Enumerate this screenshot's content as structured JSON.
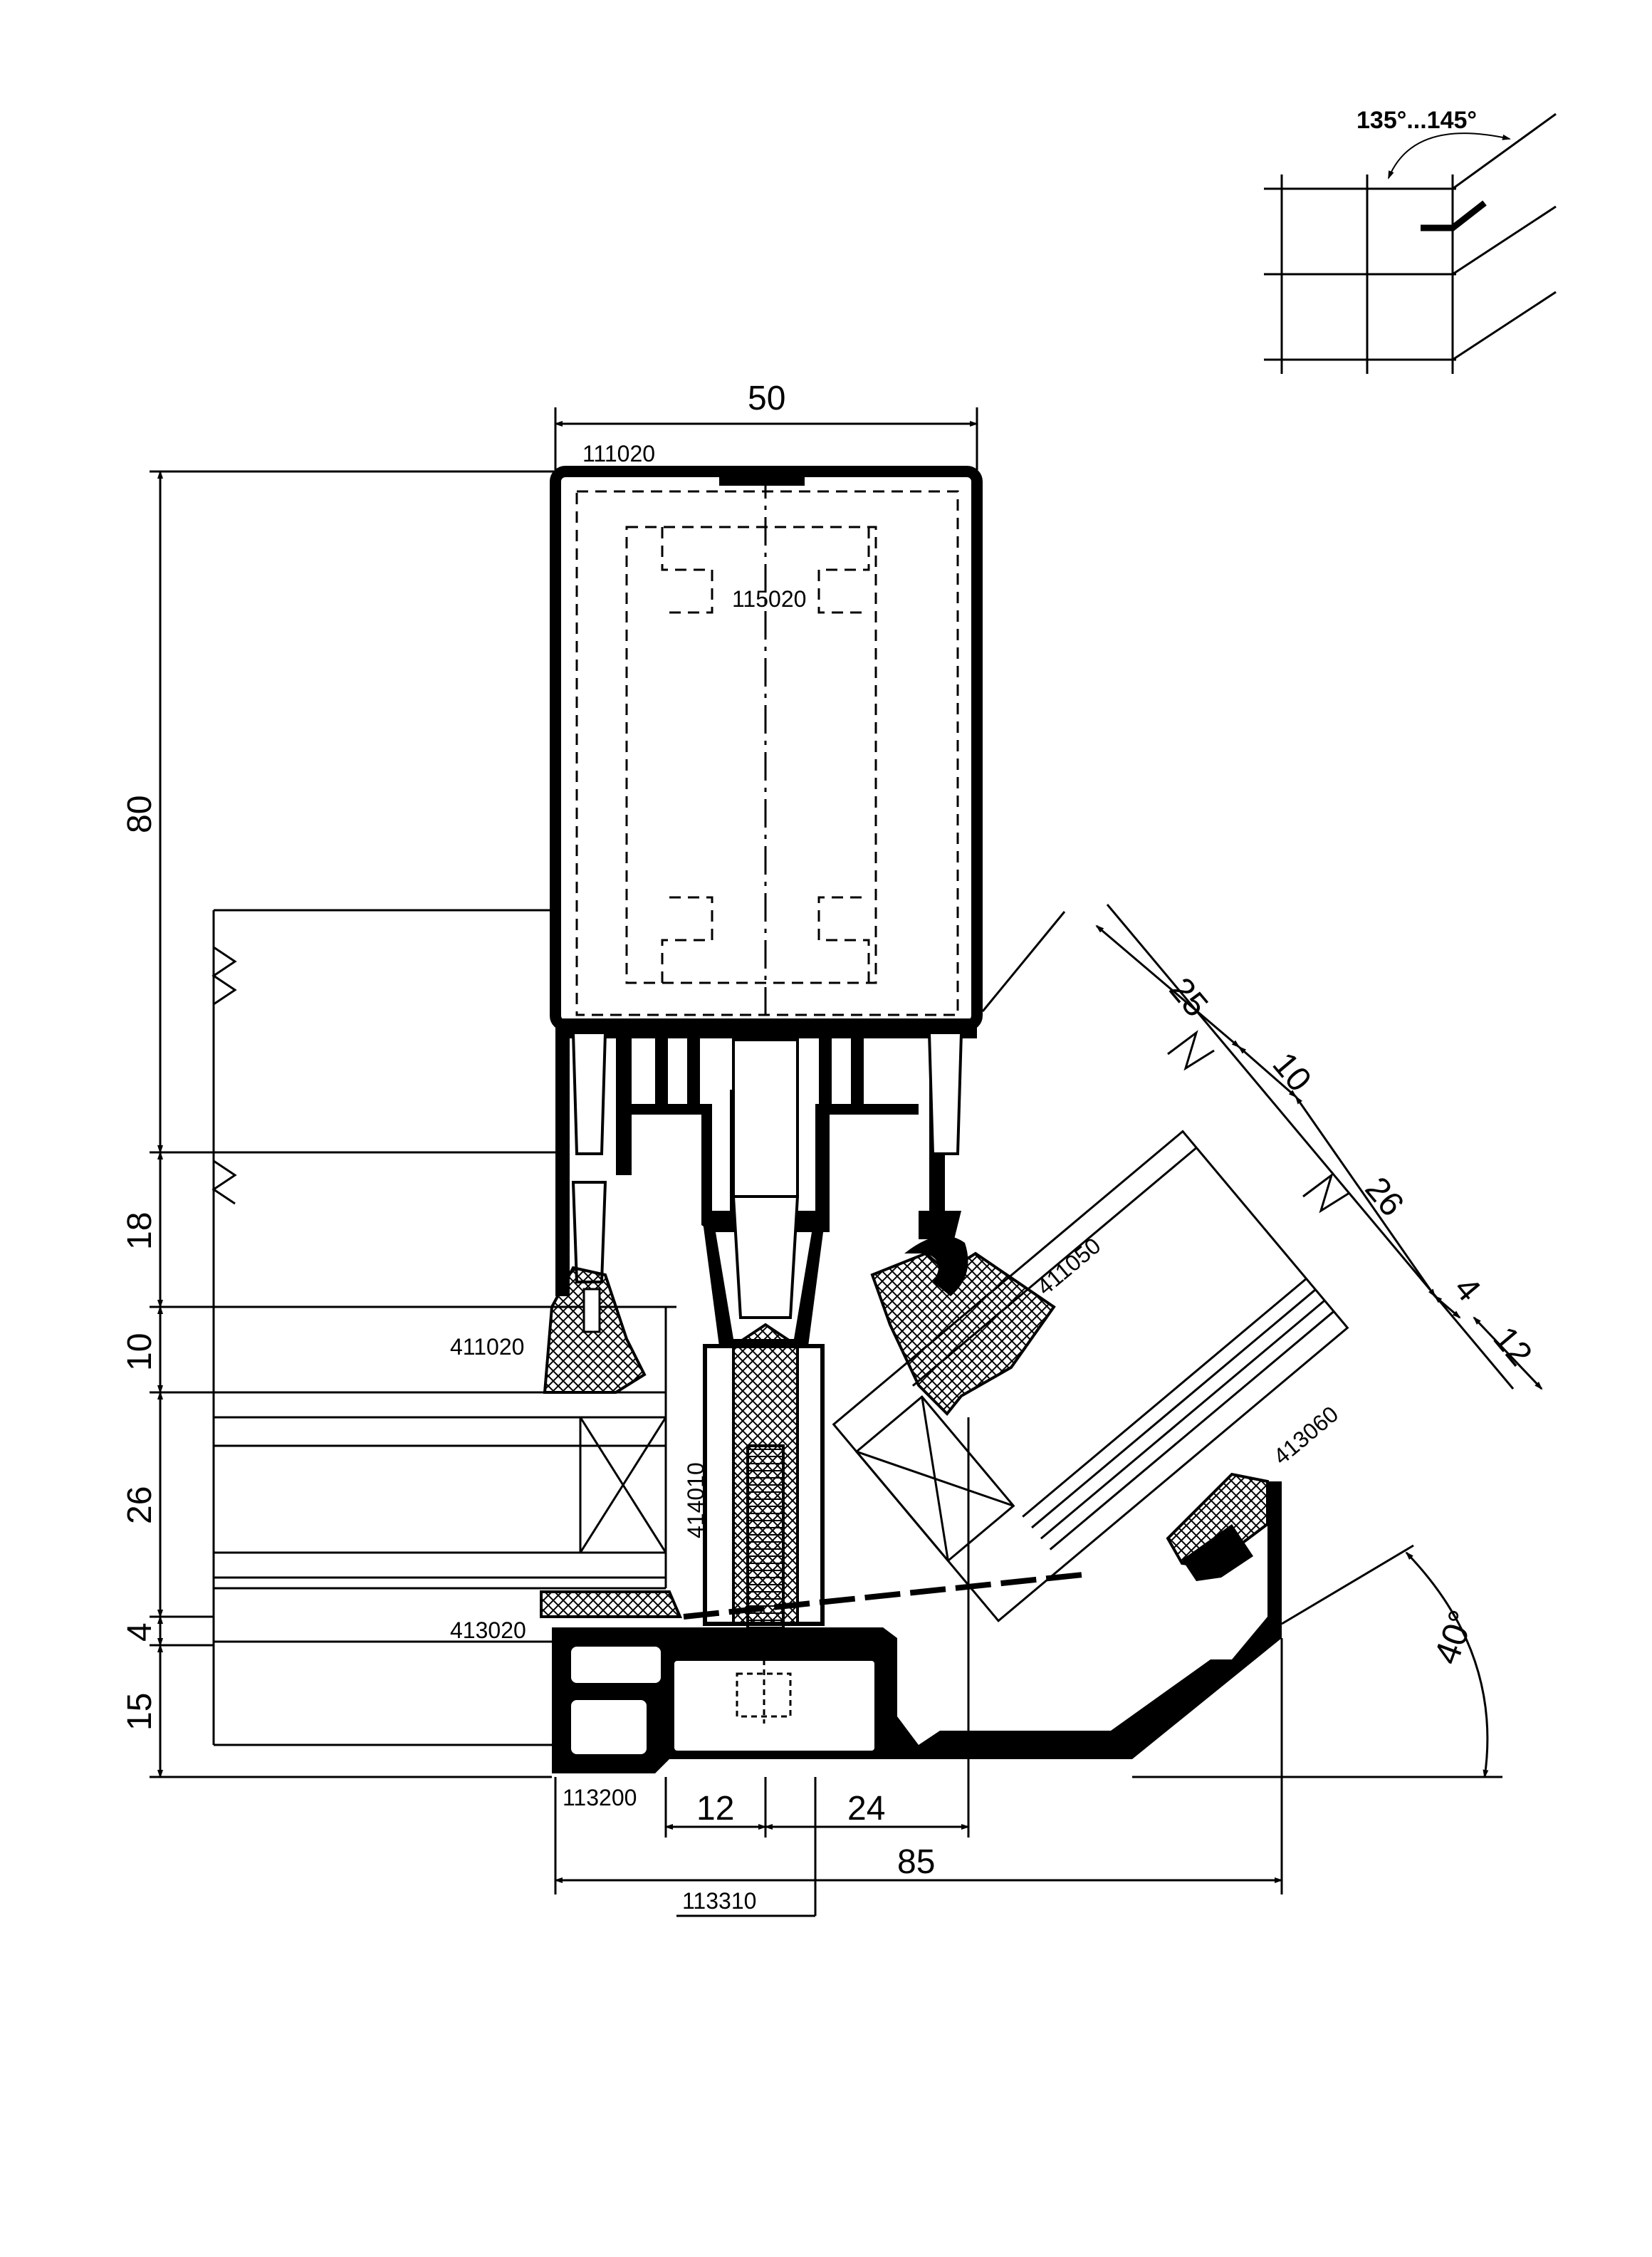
{
  "title_block": {},
  "detail_angle": {
    "label": "135°...145°"
  },
  "part_codes": {
    "frame_mullion": "111020",
    "reinforcement": "115020",
    "glazing_gasket_left": "411020",
    "pressure_gasket_left": "413020",
    "isolator": "414010",
    "glazing_gasket_right": "411050",
    "pressure_gasket_right": "413060",
    "pressure_plate": "113200",
    "cover_cap": "113310"
  },
  "dimensions": {
    "width_top": "50",
    "height_80": "80",
    "height_18": "18",
    "height_10": "10",
    "height_26": "26",
    "height_4": "4",
    "height_15": "15",
    "bottom_12": "12",
    "bottom_24": "24",
    "bottom_85": "85",
    "angle_40": "40°",
    "diag_25": "25",
    "diag_10": "10",
    "diag_26": "26",
    "diag_4": "4",
    "diag_12": "12"
  },
  "colors": {
    "ink": "#000000",
    "paper": "#ffffff"
  }
}
